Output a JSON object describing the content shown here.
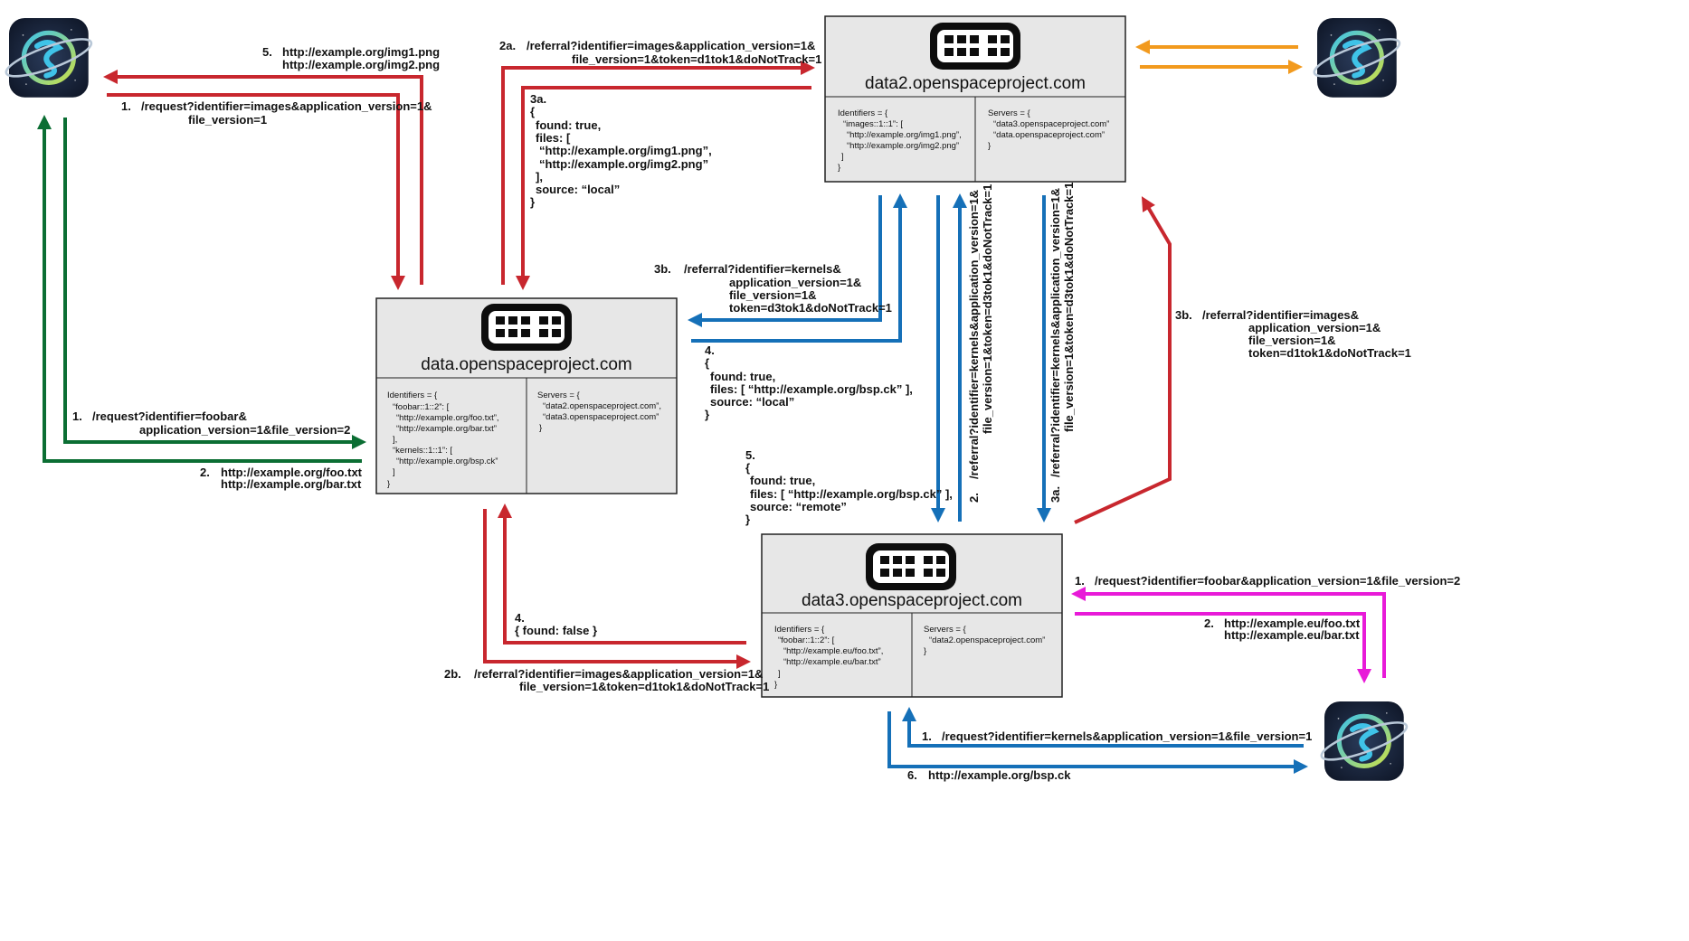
{
  "colors": {
    "red": "#c8272e",
    "green": "#0b6e33",
    "blue": "#1570b8",
    "orange": "#f29a1e",
    "magenta": "#e81ad8"
  },
  "servers": {
    "data": {
      "name": "data.openspaceproject.com",
      "identifiers": [
        "Identifiers = {",
        "“foobar::1::2”:  [",
        "“http://example.org/foo.txt”,",
        "“http://example.org/bar.txt”",
        "],",
        "“kernels::1::1”:  [",
        "“http://example.org/bsp.ck”",
        "]",
        "}"
      ],
      "servers": [
        "Servers = {",
        "“data2.openspaceproject.com”,",
        "“data3.openspaceproject.com”",
        "}"
      ]
    },
    "data2": {
      "name": "data2.openspaceproject.com",
      "identifiers": [
        "Identifiers = {",
        "“images::1::1”:  [",
        "“http://example.org/img1.png”,",
        "“http://example.org/img2.png”",
        "]",
        "}"
      ],
      "servers": [
        "Servers = {",
        "“data3.openspaceproject.com”",
        "“data.openspaceproject.com”",
        "}"
      ]
    },
    "data3": {
      "name": "data3.openspaceproject.com",
      "identifiers": [
        "Identifiers = {",
        "“foobar::1::2”:  [",
        "“http://example.eu/foo.txt”,",
        "“http://example.eu/bar.txt”",
        "]",
        "}"
      ],
      "servers": [
        "Servers = {",
        "“data2.openspaceproject.com”",
        "}"
      ]
    }
  },
  "labels": {
    "tl_red_5": [
      "5.",
      "http://example.org/img1.png",
      "http://example.org/img2.png"
    ],
    "tl_red_1": [
      "1.",
      "/request?identifier=images&application_version=1&",
      "file_version=1"
    ],
    "red_2a": [
      "2a.",
      "/referral?identifier=images&application_version=1&",
      "file_version=1&token=d1tok1&doNotTrack=1"
    ],
    "red_3a_resp": [
      "3a.",
      "{",
      "found: true,",
      "files: [",
      "“http://example.org/img1.png”,",
      "“http://example.org/img2.png”",
      "],",
      "source: “local”",
      "}"
    ],
    "blue_3b": [
      "3b.",
      "/referral?identifier=kernels&",
      "application_version=1&",
      "file_version=1&",
      "token=d3tok1&doNotTrack=1"
    ],
    "blue_4": [
      "4.",
      "{",
      "found: true,",
      "files: [ “http://example.org/bsp.ck” ],",
      "source: “local”",
      "}"
    ],
    "blue_5": [
      "5.",
      "{",
      "found: true,",
      "files: [ “http://example.org/bsp.ck” ],",
      "source: “remote”",
      "}"
    ],
    "green_1": [
      "1.",
      "/request?identifier=foobar&",
      "application_version=1&file_version=2"
    ],
    "green_2": [
      "2.",
      "http://example.org/foo.txt",
      "http://example.org/bar.txt"
    ],
    "blue_vert_2": [
      "2.",
      "/referral?identifier=kernels&application_version=1&",
      "file_version=1&token=d3tok1&doNotTrack=1"
    ],
    "blue_vert_3a": [
      "3a.",
      "/referral?identifier=kernels&application_version=1&",
      "file_version=1&token=d3tok1&doNotTrack=1"
    ],
    "red_3b": [
      "3b.",
      "/referral?identifier=images&",
      "application_version=1&",
      "file_version=1&",
      "token=d1tok1&doNotTrack=1"
    ],
    "red_4": [
      "4.",
      "{ found: false }"
    ],
    "red_2b": [
      "2b.",
      "/referral?identifier=images&application_version=1&",
      "file_version=1&token=d1tok1&doNotTrack=1"
    ],
    "magenta_1": [
      "1.",
      "/request?identifier=foobar&application_version=1&file_version=2"
    ],
    "magenta_2": [
      "2.",
      "http://example.eu/foo.txt",
      "http://example.eu/bar.txt"
    ],
    "blue_br_1": [
      "1.",
      "/request?identifier=kernels&application_version=1&file_version=1"
    ],
    "blue_br_6": [
      "6.",
      "http://example.org/bsp.ck"
    ]
  }
}
